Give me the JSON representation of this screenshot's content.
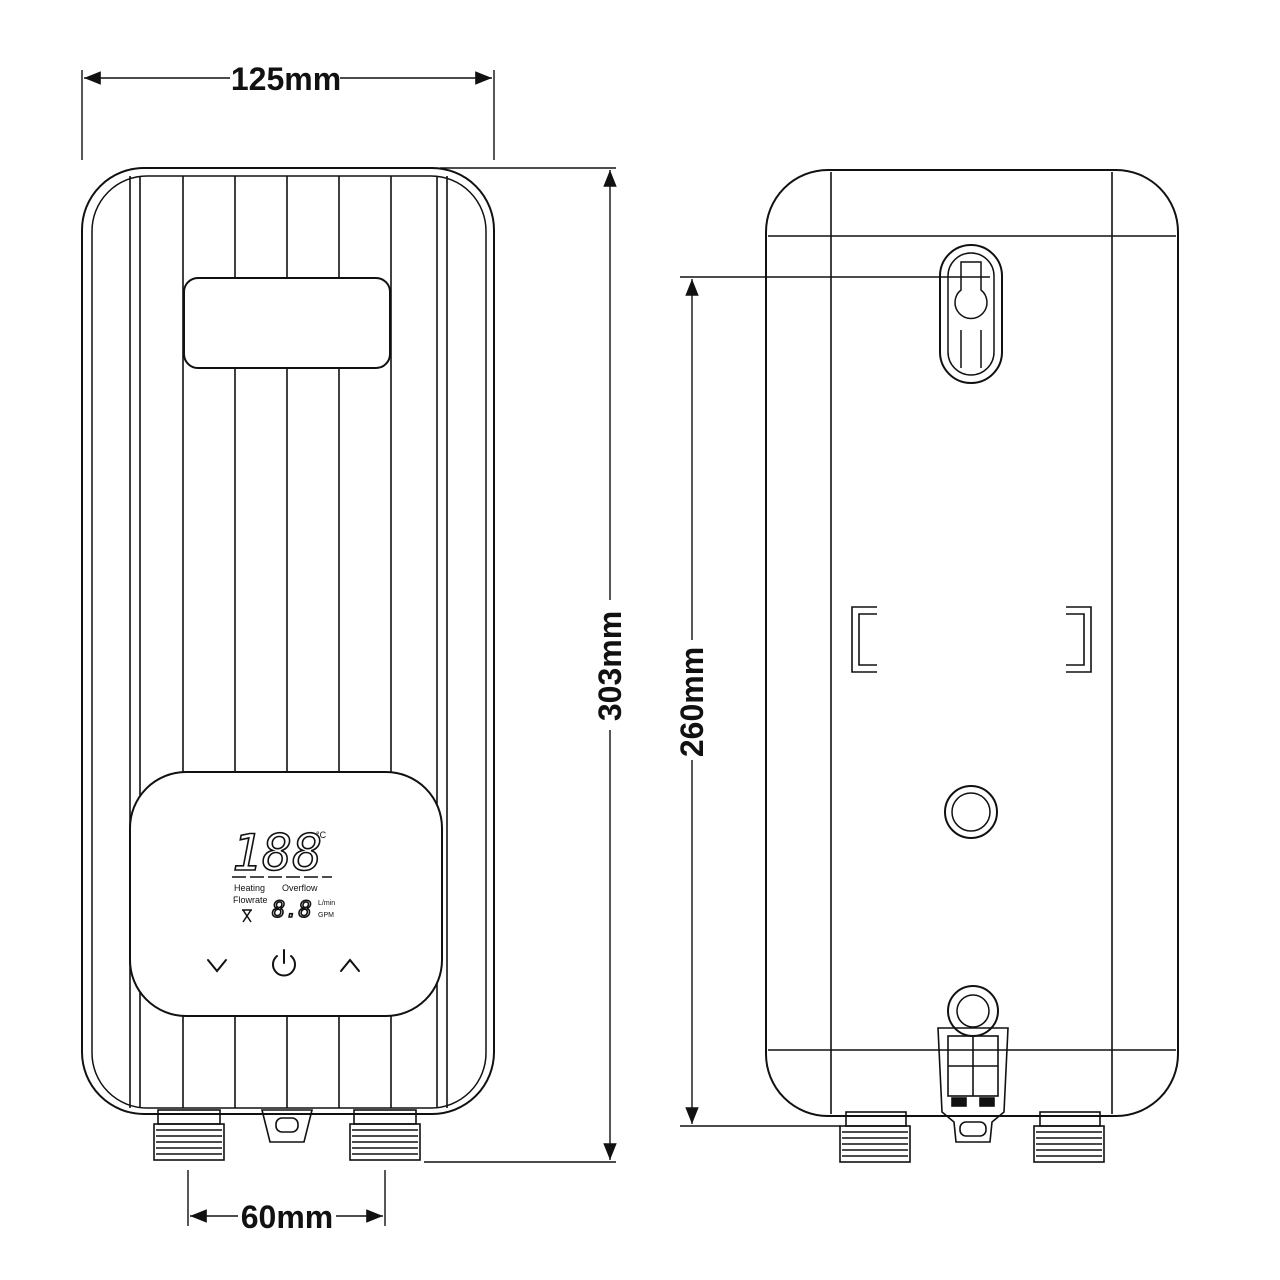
{
  "dimensions": {
    "width": "125mm",
    "height": "303mm",
    "mount_spacing": "260mm",
    "pipe_spacing": "60mm"
  },
  "display": {
    "temperature": "188",
    "temp_unit": "°C",
    "heating_label": "Heating",
    "overflow_label": "Overflow",
    "flowrate_label": "Flowrate",
    "flow_value": "8.8",
    "unit_lmin": "L/min",
    "unit_gpm": "GPM"
  },
  "buttons": {
    "down_icon": "chevron-down-icon",
    "power_icon": "power-icon",
    "up_icon": "chevron-up-icon"
  }
}
